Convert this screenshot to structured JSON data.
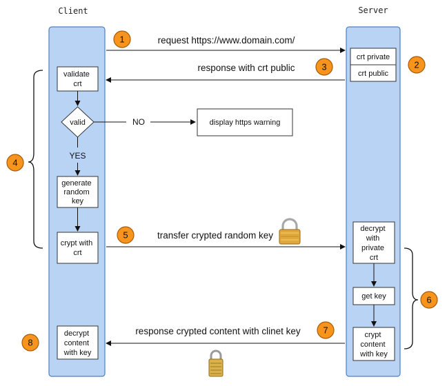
{
  "client": {
    "title": "Client",
    "validate": [
      "validate",
      "crt"
    ],
    "valid": "valid",
    "no_label": "NO",
    "yes_label": "YES",
    "warning": "display https warning",
    "generate": [
      "generate",
      "random",
      "key"
    ],
    "crypt": [
      "crypt with",
      "crt"
    ],
    "decrypt": [
      "decrypt",
      "content",
      "with key"
    ]
  },
  "server": {
    "title": "Server",
    "crt_private": "crt private",
    "crt_public": "crt public",
    "decrypt": [
      "decrypt",
      "with",
      "private",
      "crt"
    ],
    "get_key": "get key",
    "crypt": [
      "crypt",
      "content",
      "with key"
    ]
  },
  "messages": {
    "request": "request https://www.domain.com/",
    "response": "response with crt public",
    "transfer": "transfer crypted random key",
    "content": "response crypted content with clinet key"
  },
  "steps": [
    "1",
    "2",
    "3",
    "4",
    "5",
    "6",
    "7",
    "8"
  ],
  "colors": {
    "lane_fill": "#b9d3f5",
    "lane_stroke": "#4a7fc9",
    "badge_fill": "#f7941d",
    "badge_stroke": "#a85a06",
    "lock_body": "#e0a83a",
    "lock_shackle": "#a8a8a8"
  },
  "icons": [
    "lock-icon",
    "padlock-icon"
  ]
}
